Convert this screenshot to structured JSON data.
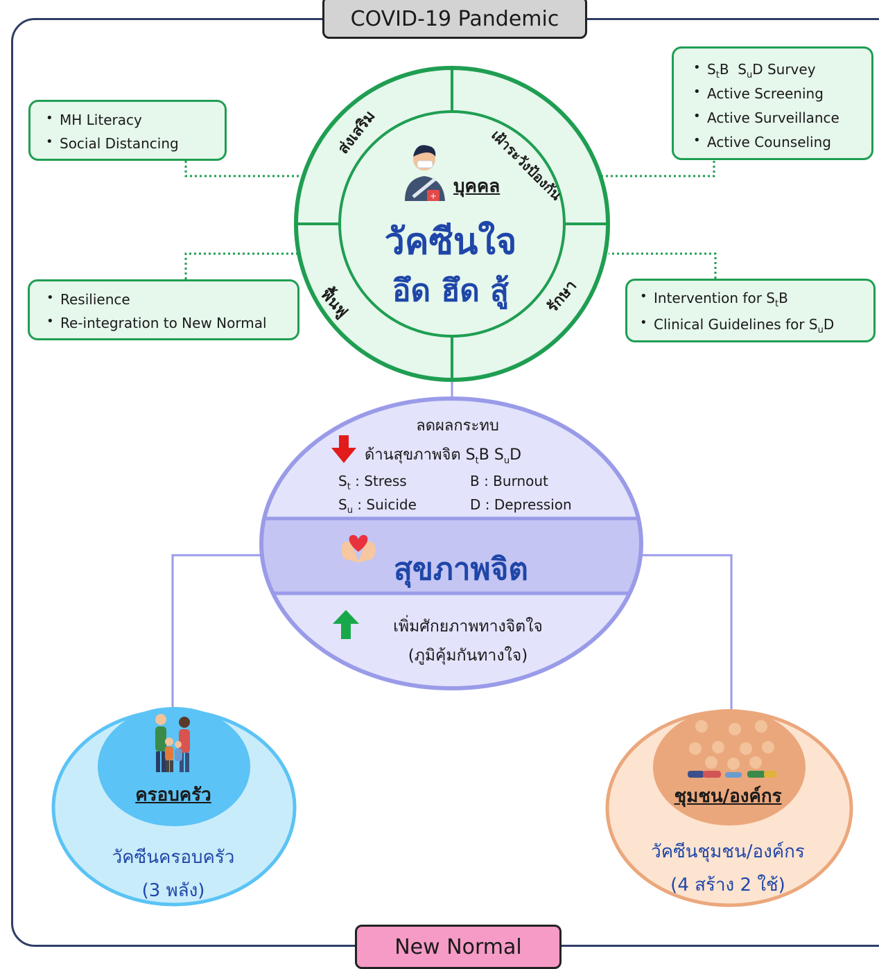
{
  "frame": {
    "top_title": "COVID-19 Pandemic",
    "bottom_title": "New Normal"
  },
  "individual": {
    "label": "บุคคล",
    "title_line1": "วัคซีนใจ",
    "title_line2": "อึด ฮึด สู้",
    "quadrants": {
      "promote": "ส่งเสริม",
      "surveil": "เฝ้าระวังป้องกัน",
      "rehab": "ฟื้นฟู",
      "treat": "รักษา"
    }
  },
  "promote_box": {
    "items": [
      "MH Literacy",
      "Social Distancing"
    ]
  },
  "surveil_box": {
    "items": [
      {
        "pre": "S",
        "sub1": "t",
        "mid": "B  S",
        "sub2": "u",
        "post": "D Survey"
      },
      {
        "text": "Active Screening"
      },
      {
        "text": "Active Surveillance"
      },
      {
        "text": "Active Counseling"
      }
    ]
  },
  "rehab_box": {
    "items": [
      "Resilience",
      "Re-integration to New Normal"
    ]
  },
  "treat_box": {
    "items": [
      {
        "pre": "Intervention for S",
        "sub": "t",
        "post": "B"
      },
      {
        "pre": "Clinical Guidelines for S",
        "sub": "u",
        "post": "D"
      }
    ]
  },
  "mental_health": {
    "reduce_line1": "ลดผลกระทบ",
    "reduce_line2_pre": "ด้านสุขภาพจิต S",
    "reduce_line2_sub1": "t",
    "reduce_line2_mid": "B S",
    "reduce_line2_sub2": "u",
    "reduce_line2_post": "D",
    "legend": {
      "st_pre": "S",
      "st_sub": "t",
      "st_text": " : Stress",
      "b_text": "B : Burnout",
      "su_pre": "S",
      "su_sub": "u",
      "su_text": " : Suicide",
      "d_text": "D : Depression"
    },
    "center_title": "สุขภาพจิต",
    "increase_line1": "เพิ่มศักยภาพทางจิตใจ",
    "increase_line2": "(ภูมิคุ้มกันทางใจ)"
  },
  "family": {
    "label": "ครอบครัว",
    "vaccine_line1": "วัคซีนครอบครัว",
    "vaccine_line2": "(3 พลัง)"
  },
  "community": {
    "label": "ชุมชน/องค์กร",
    "vaccine_line1": "วัคซีนชุมชน/องค์กร",
    "vaccine_line2": "(4 สร้าง 2 ใช้)"
  },
  "colors": {
    "green": "#1f9e52",
    "green_fill": "#e6f7ec",
    "purple": "#9a9be8",
    "purple_fill": "#e3e3fb",
    "purple_band": "#c4c5f3",
    "blue_text": "#1f46a8",
    "family_outer": "#c9ecfb",
    "family_inner": "#5bc3f5",
    "community_outer": "#fde4d0",
    "community_inner": "#eba77c",
    "arrow_down": "#e21b1b",
    "arrow_up": "#18a84a"
  }
}
